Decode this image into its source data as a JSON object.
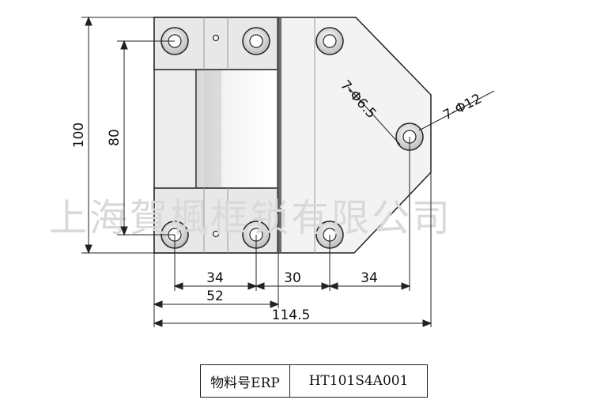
{
  "watermark": "上海賀楓框锁有限公司",
  "dimensions": {
    "height_outer": "100",
    "height_inner": "80",
    "hole_small": "7-Φ6.5",
    "hole_large": "7-Φ12",
    "spacing_left": "34",
    "spacing_middle": "30",
    "spacing_right": "34",
    "span_52": "52",
    "overall_width": "114.5"
  },
  "part_table": {
    "label": "物料号ERP",
    "value": "HT101S4A001"
  },
  "colors": {
    "line": "#222222",
    "plate_light": "#f3f3f3",
    "plate_shade": "#e4e4e4",
    "watermark": "#d9d9d9"
  }
}
